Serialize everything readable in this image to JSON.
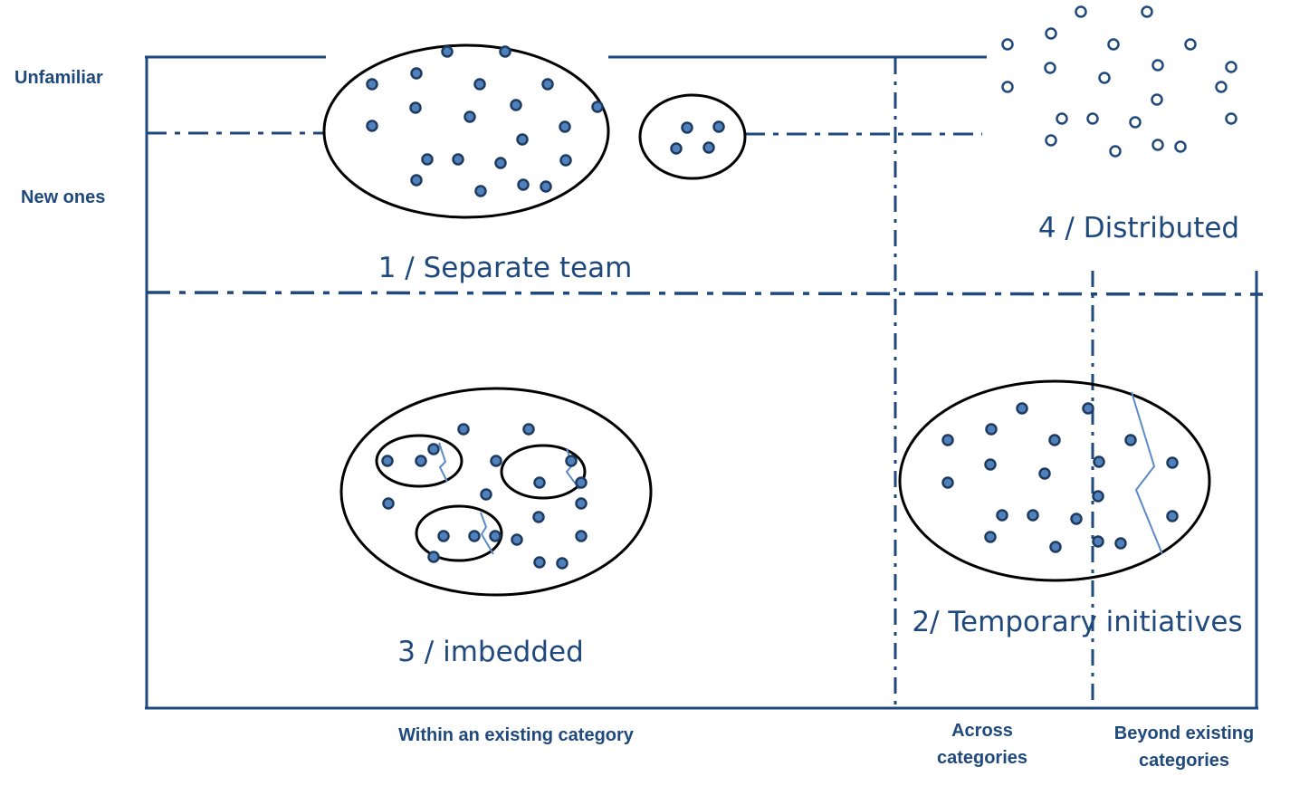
{
  "colors": {
    "primary": "#1f497d",
    "dot_fill": "#4f81bd",
    "outline": "#000000",
    "dot_stroke": "#1f3a5f",
    "crack": "#5b8ac6"
  },
  "y_labels": {
    "unfamiliar": "Unfamiliar",
    "new_ones": "New ones"
  },
  "x_labels": {
    "within": "Within an existing category",
    "across_line1": "Across",
    "across_line2": "categories",
    "beyond_line1": "Beyond existing",
    "beyond_line2": "categories"
  },
  "quadrants": {
    "separate": "1 / Separate team",
    "temporary": "2/ Temporary initiatives",
    "imbedded": "3 / imbedded",
    "distributed": "4 / Distributed"
  }
}
